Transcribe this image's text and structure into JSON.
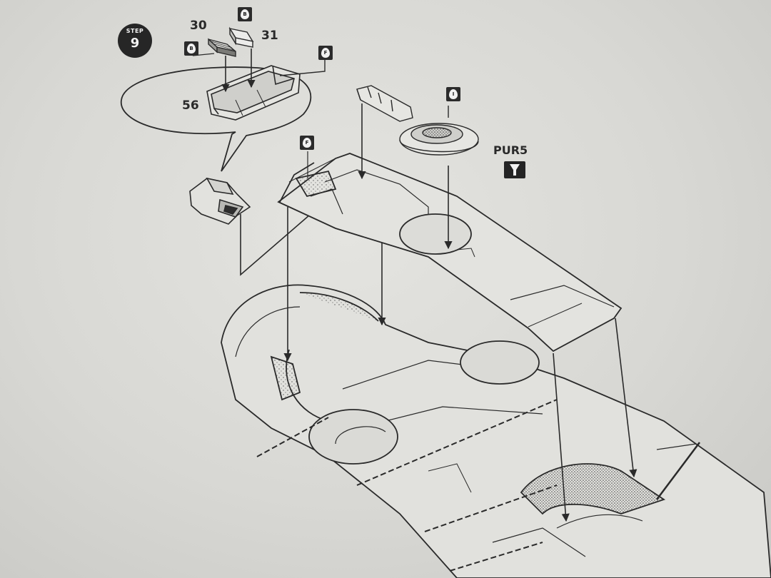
{
  "step": {
    "word": "STEP",
    "number": "9"
  },
  "parts": {
    "p30": "30",
    "p31": "31",
    "p56": "56"
  },
  "paint_codes": {
    "tag_30": "B",
    "tag_31": "B",
    "tag_intake": "F",
    "tag_wing_upper": "F",
    "tag_flap": "I"
  },
  "supplement": {
    "label": "PUR5",
    "icon": "glue-bottle-icon"
  },
  "colors": {
    "paper": "#dcdcd8",
    "ink": "#2a2a2a"
  }
}
